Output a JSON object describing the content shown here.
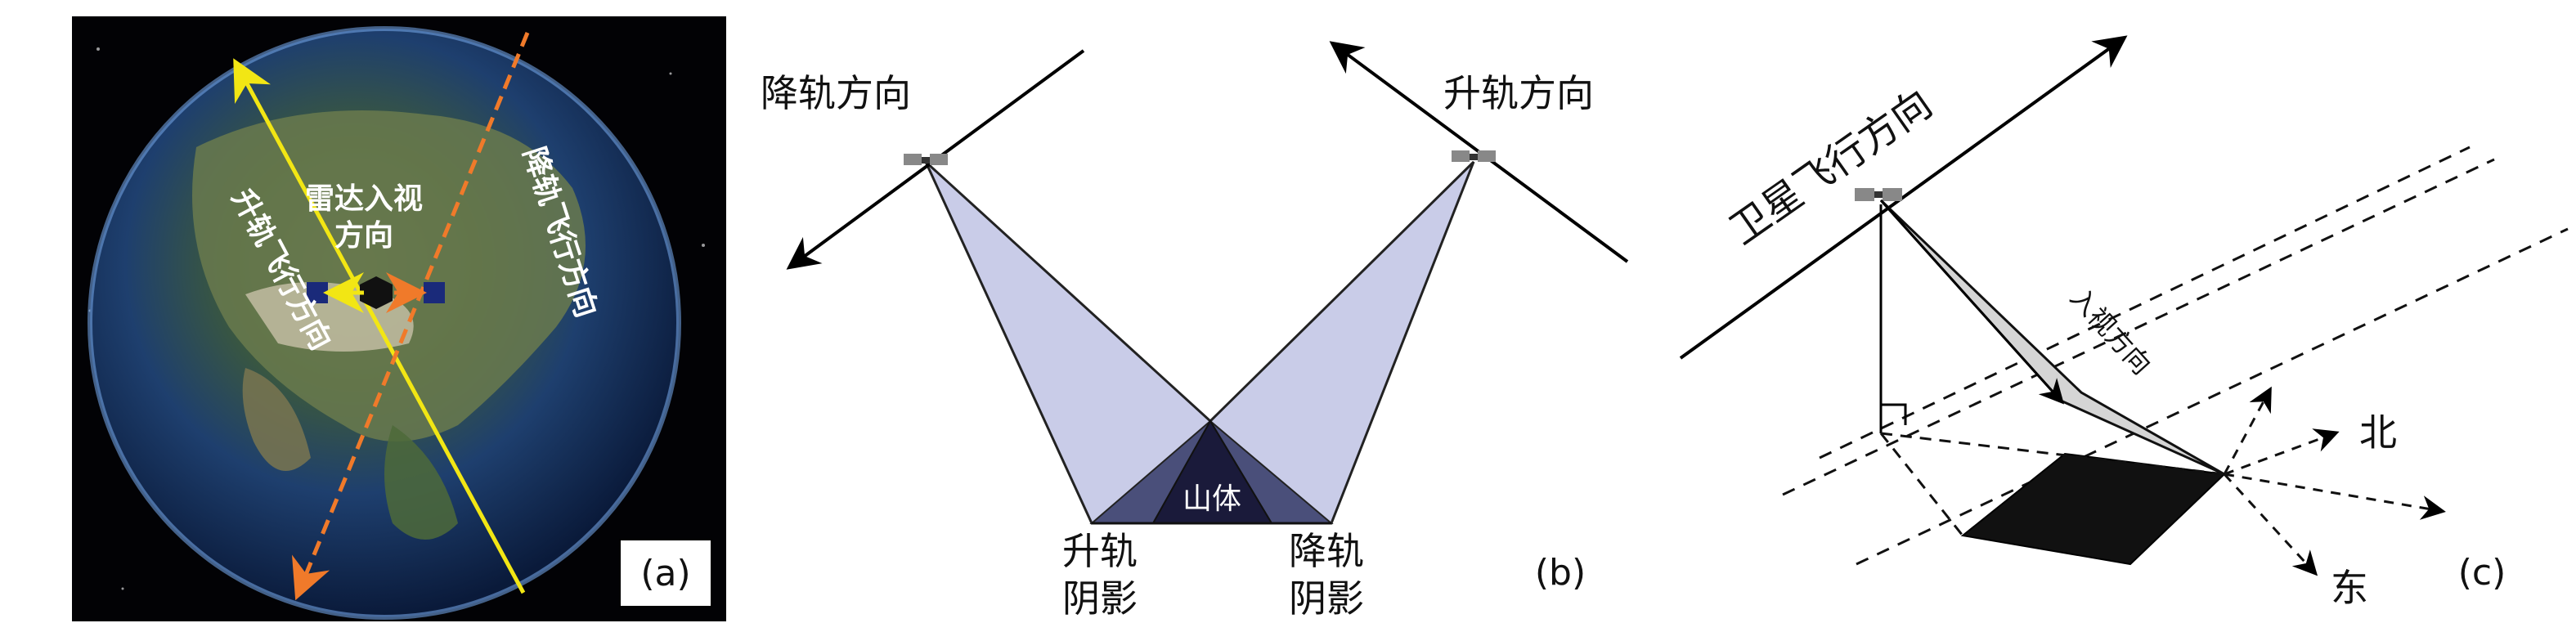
{
  "panel_a": {
    "label": "(a)",
    "ascending_flight_direction": "升轨飞行方向",
    "descending_flight_direction": "降轨飞行方向",
    "radar_look_direction_line1": "雷达入视",
    "radar_look_direction_line2": "方向",
    "colors": {
      "ascending": "#f2e614",
      "descending": "#f07a2a"
    }
  },
  "panel_b": {
    "label": "(b)",
    "descending_direction": "降轨方向",
    "ascending_direction": "升轨方向",
    "mountain": "山体",
    "ascending_shadow_line1": "升轨",
    "ascending_shadow_line2": "阴影",
    "descending_shadow_line1": "降轨",
    "descending_shadow_line2": "阴影",
    "colors": {
      "beam": "#c9cce8",
      "mountain": "#1a1a3a",
      "shadow": "#4a4f7a"
    }
  },
  "panel_c": {
    "label": "(c)",
    "satellite_flight_direction": "卫星飞行方向",
    "look_direction": "入视方向",
    "north": "北",
    "east": "东"
  }
}
